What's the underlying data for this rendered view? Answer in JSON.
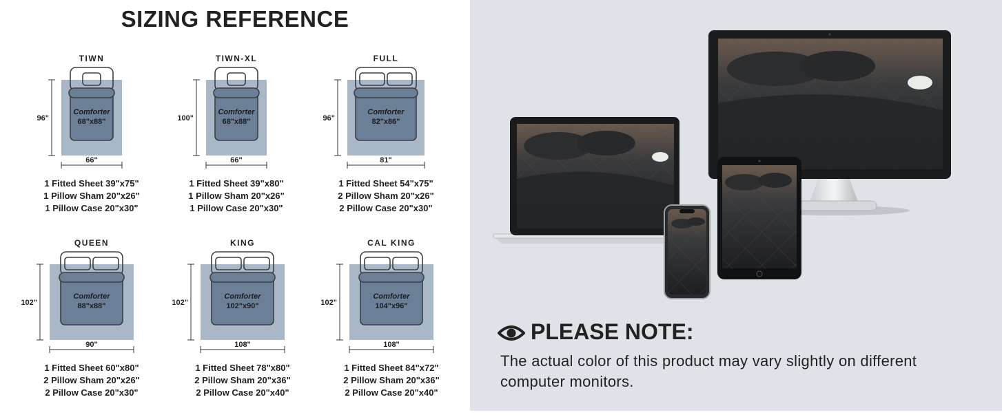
{
  "title": "SIZING REFERENCE",
  "sizes": [
    {
      "name": "TIWN",
      "height": "96\"",
      "width": "66\"",
      "comforter_label": "Comforter",
      "comforter_size": "68\"x88\"",
      "pillows": 1,
      "items": [
        "1 Fitted Sheet 39\"x75\"",
        "1 Pillow Sham 20\"x26\"",
        "1 Pillow Case 20\"x30\""
      ]
    },
    {
      "name": "TIWN-XL",
      "height": "100\"",
      "width": "66\"",
      "comforter_label": "Comforter",
      "comforter_size": "68\"x88\"",
      "pillows": 1,
      "items": [
        "1 Fitted Sheet 39\"x80\"",
        "1 Pillow Sham 20\"x26\"",
        "1 Pillow Case 20\"x30\""
      ]
    },
    {
      "name": "FULL",
      "height": "96\"",
      "width": "81\"",
      "comforter_label": "Comforter",
      "comforter_size": "82\"x86\"",
      "pillows": 2,
      "items": [
        "1 Fitted Sheet 54\"x75\"",
        "2 Pillow Sham 20\"x26\"",
        "2 Pillow Case 20\"x30\""
      ]
    },
    {
      "name": "QUEEN",
      "height": "102\"",
      "width": "90\"",
      "comforter_label": "Comforter",
      "comforter_size": "88\"x88\"",
      "pillows": 2,
      "items": [
        "1 Fitted Sheet 60\"x80\"",
        "2 Pillow Sham 20\"x26\"",
        "2 Pillow Case 20\"x30\""
      ]
    },
    {
      "name": "KING",
      "height": "102\"",
      "width": "108\"",
      "comforter_label": "Comforter",
      "comforter_size": "102\"x90\"",
      "pillows": 2,
      "items": [
        "1 Fitted Sheet 78\"x80\"",
        "2 Pillow Sham 20\"x36\"",
        "2 Pillow Case 20\"x40\""
      ]
    },
    {
      "name": "CAL KING",
      "height": "102\"",
      "width": "108\"",
      "comforter_label": "Comforter",
      "comforter_size": "104\"x96\"",
      "pillows": 2,
      "items": [
        "1 Fitted Sheet 84\"x72\"",
        "2 Pillow Sham 20\"x36\"",
        "2 Pillow Case 20\"x40\""
      ]
    }
  ],
  "note": {
    "icon": "eye-icon",
    "title": "PLEASE NOTE:",
    "body": "The actual color of this product may vary slightly on different computer monitors."
  },
  "colors": {
    "mattress": "#a9b7c6",
    "comforter": "#6b7f96",
    "outline": "#3b3f45",
    "right_bg": "#dfe3e7"
  }
}
